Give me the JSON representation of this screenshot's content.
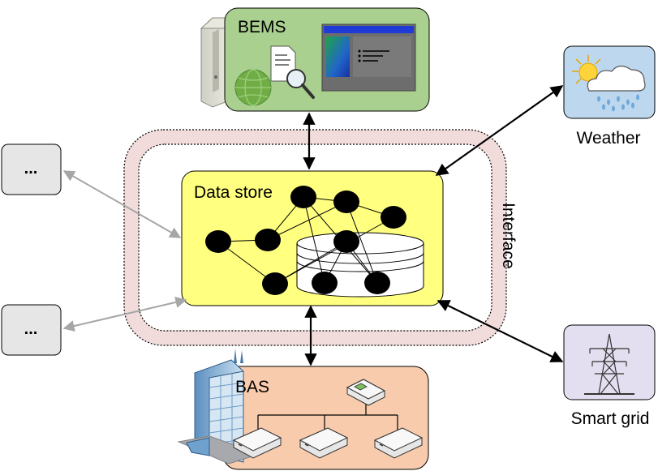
{
  "nodes": {
    "bems": {
      "label": "BEMS"
    },
    "data_store": {
      "label": "Data store"
    },
    "interface": {
      "label": "Interface"
    },
    "bas": {
      "label": "BAS"
    },
    "weather": {
      "label": "Weather"
    },
    "smart_grid": {
      "label": "Smart grid"
    },
    "other_top": {
      "label": "..."
    },
    "other_bottom": {
      "label": "..."
    }
  },
  "colors": {
    "bems_fill": "#a9d08e",
    "data_store_fill": "#ffff80",
    "interface_fill": "#f2dcdb",
    "bas_fill": "#f8cbad",
    "weather_fill": "#bdd7ee",
    "smart_grid_fill": "#e4dff0",
    "other_fill": "#e7e6e6",
    "arrow_black": "#000000",
    "arrow_gray": "#a6a6a6"
  },
  "icons": [
    "server-icon",
    "globe-icon",
    "document-search-icon",
    "monitor-window-icon",
    "weather-cloud-sun-icon",
    "power-pylon-icon",
    "office-building-icon",
    "router-icon",
    "network-device-icon",
    "database-cylinder-icon"
  ]
}
